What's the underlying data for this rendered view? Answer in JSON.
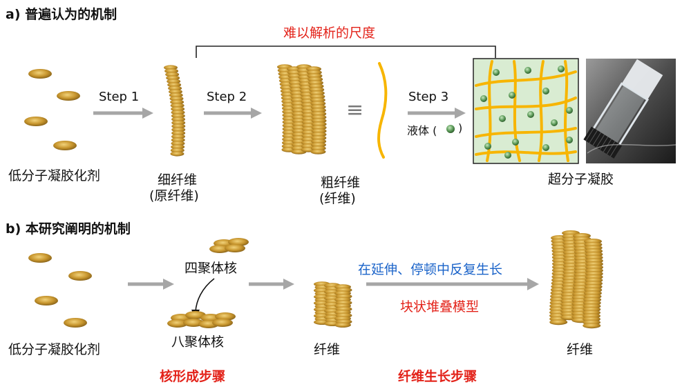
{
  "panel_a": {
    "title": "a) 普遍认为的机制",
    "bracket_note": "难以解析的尺度",
    "step1": "Step 1",
    "step2": "Step 2",
    "step3": "Step 3",
    "equiv": "≡",
    "liquid_label": "液体 (",
    "liquid_close": ")",
    "gelator": "低分子凝胶化剂",
    "thin_fiber": "细纤维",
    "thin_fiber_sub": "(原纤维)",
    "thick_fiber": "粗纤维",
    "thick_fiber_sub": "(纤维)",
    "gel": "超分子凝胶"
  },
  "panel_b": {
    "title": "b) 本研究阐明的机制",
    "gelator": "低分子凝胶化剂",
    "tetramer": "四聚体核",
    "octamer": "八聚体核",
    "fiber1": "纤维",
    "fiber2": "纤维",
    "growth_note": "在延伸、停顿中反复生长",
    "model": "块状堆叠模型",
    "nucleation": "核形成步骤",
    "growth_step": "纤维生长步骤"
  },
  "colors": {
    "disc": "#c8962e",
    "arrow": "#a6a6a6",
    "red": "#e32219",
    "blue": "#1a63c9",
    "fiber_yellow": "#f7b500",
    "gel_bg": "#d9ecd2",
    "ball": "#5d9c5a"
  }
}
